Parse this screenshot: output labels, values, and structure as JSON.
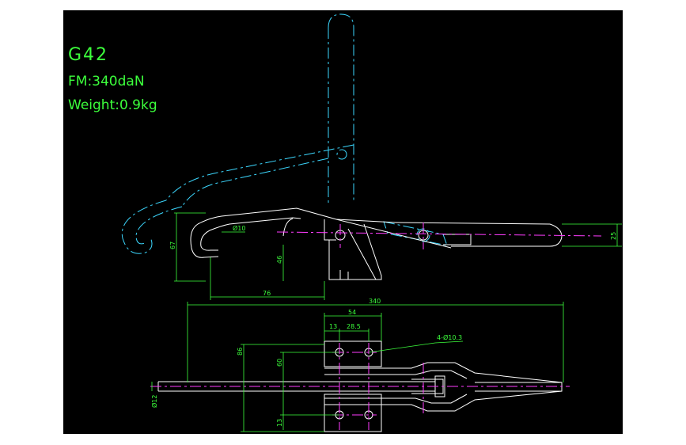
{
  "title_block": {
    "model": "G42",
    "force": "FM:340daN",
    "weight": "Weight:0.9kg"
  },
  "dimensions": {
    "handle_height": "25",
    "hook_height": "67",
    "hook_diameter": "Ø10",
    "hook_offset": "46",
    "hook_reach": "76",
    "overall_length": "340",
    "base_width": "54",
    "hole_offset": "13",
    "hole_pitch": "28.5",
    "mount_holes": "4-Ø10.3",
    "base_height": "86",
    "hole_spacing": "60",
    "hole_edge": "13",
    "rod_diameter": "Ø12"
  },
  "colors": {
    "background": "#000000",
    "outline": "#ffffff",
    "dimension": "#3cff3c",
    "centerline": "#ff3cff",
    "open_position": "#3cd8ff"
  }
}
